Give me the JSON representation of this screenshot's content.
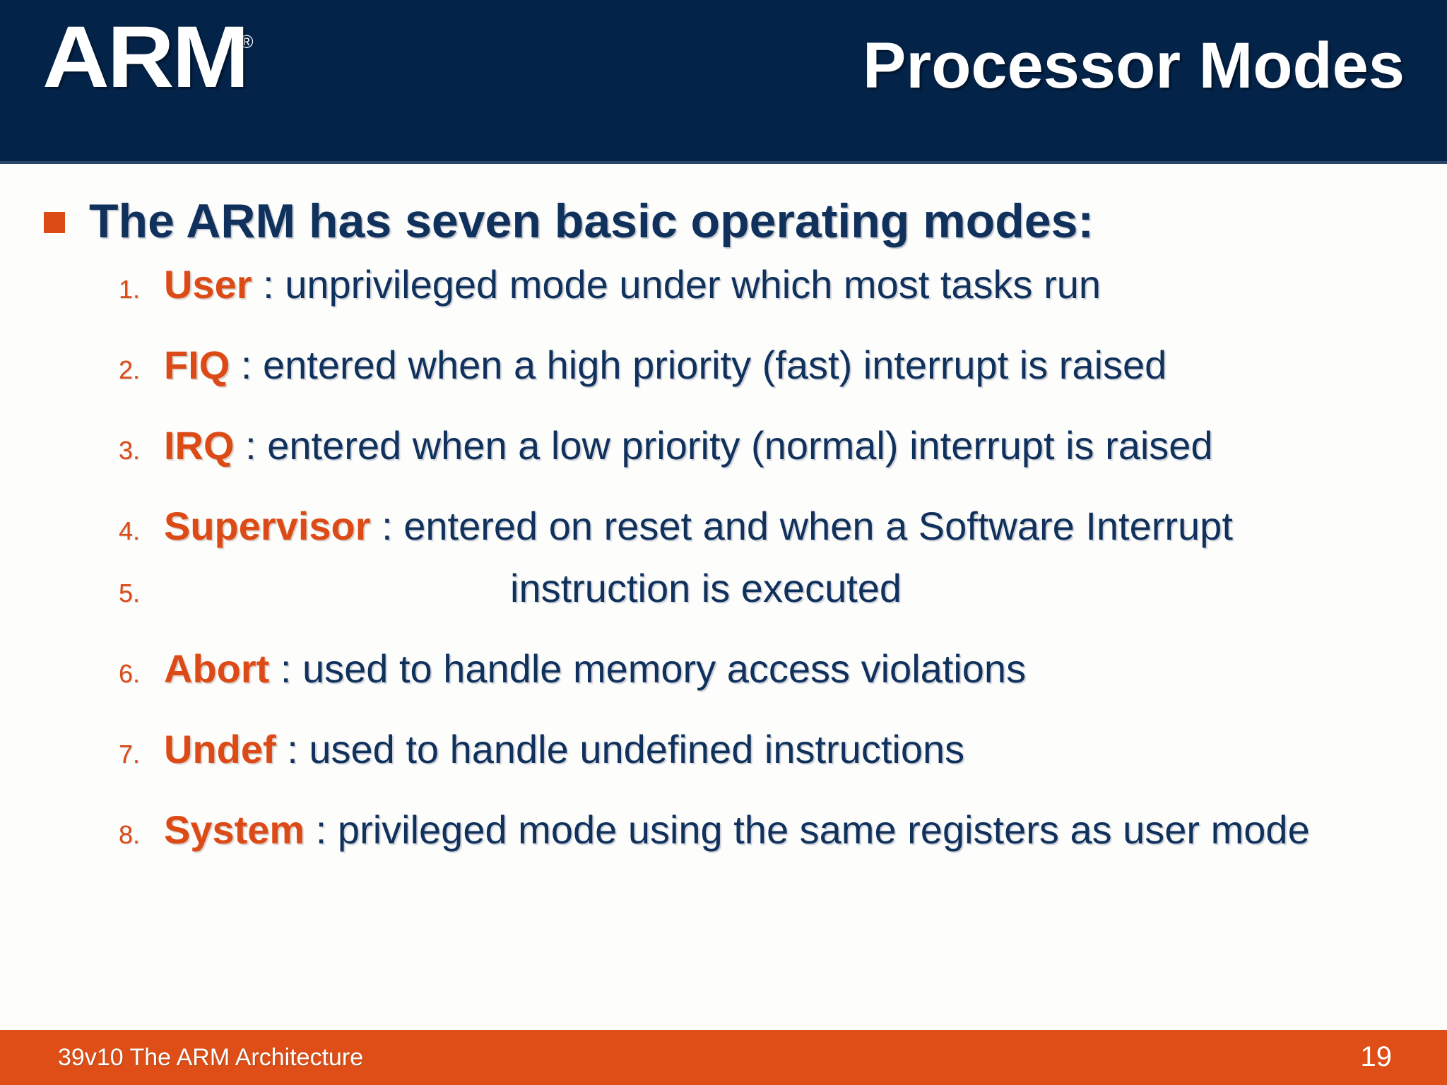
{
  "colors": {
    "header_navy": "#042349",
    "body_navy": "#10315C",
    "accent_orange": "#DC4A16",
    "footer_orange": "#DE4E16",
    "slide_background": "#FDFDFC",
    "white": "#FFFFFF"
  },
  "header": {
    "logo": "ARM",
    "logo_trademark": "®",
    "title": "Processor Modes"
  },
  "body": {
    "lead_bullet_glyph": "square-bullet",
    "lead_text": "The ARM has seven basic operating modes:",
    "modes": [
      {
        "number": "1.",
        "name": "User",
        "separator": " : ",
        "description": "unprivileged mode under which most tasks run"
      },
      {
        "number": "2.",
        "name": "FIQ",
        "separator": " : ",
        "description": "entered when a high priority (fast) interrupt is raised"
      },
      {
        "number": "3.",
        "name": "IRQ",
        "separator": " : ",
        "description": "entered when a low priority (normal) interrupt is raised"
      },
      {
        "number": "4.",
        "name": "Supervisor",
        "separator": " : ",
        "description": "entered on reset and when a Software Interrupt"
      },
      {
        "number": "5.",
        "name": "",
        "separator": "",
        "description": "",
        "continuation": "instruction is executed"
      },
      {
        "number": "6.",
        "name": "Abort",
        "separator": " : ",
        "description": "used to handle memory access violations"
      },
      {
        "number": "7.",
        "name": "Undef",
        "separator": " : ",
        "description": "used to handle undefined instructions"
      },
      {
        "number": "8.",
        "name": "System",
        "separator": " : ",
        "description": "privileged mode using the same registers as user mode"
      }
    ]
  },
  "footer": {
    "label": "39v10 The ARM Architecture",
    "page_number": "19"
  }
}
